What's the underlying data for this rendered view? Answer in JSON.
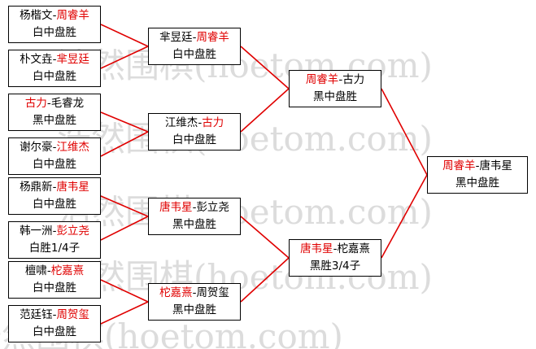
{
  "watermark_text": "浩然围棋(hoetom.com)",
  "colors": {
    "winner": "#e00000",
    "line": "#e00000",
    "text": "#000000",
    "border": "#000000",
    "watermark": "#d9d9d9"
  },
  "round1": [
    {
      "id": "m1",
      "p1": "杨楷文",
      "p2": "周睿羊",
      "winner": 2,
      "result": "白中盘胜"
    },
    {
      "id": "m2",
      "p1": "朴文垚",
      "p2": "芈昱廷",
      "winner": 2,
      "result": "白中盘胜"
    },
    {
      "id": "m3",
      "p1": "古力",
      "p2": "毛睿龙",
      "winner": 1,
      "result": "黑中盘胜"
    },
    {
      "id": "m4",
      "p1": "谢尔豪",
      "p2": "江维杰",
      "winner": 2,
      "result": "白中盘胜"
    },
    {
      "id": "m5",
      "p1": "杨鼎新",
      "p2": "唐韦星",
      "winner": 2,
      "result": "白中盘胜"
    },
    {
      "id": "m6",
      "p1": "韩一洲",
      "p2": "彭立尧",
      "winner": 2,
      "result": "白胜1/4子"
    },
    {
      "id": "m7",
      "p1": "檀啸",
      "p2": "柁嘉熹",
      "winner": 2,
      "result": "白中盘胜"
    },
    {
      "id": "m8",
      "p1": "范廷钰",
      "p2": "周贺玺",
      "winner": 2,
      "result": "白中盘胜"
    }
  ],
  "round2": [
    {
      "id": "m9",
      "p1": "芈昱廷",
      "p2": "周睿羊",
      "winner": 2,
      "result": "白中盘胜"
    },
    {
      "id": "m10",
      "p1": "江维杰",
      "p2": "古力",
      "winner": 2,
      "result": "白中盘胜"
    },
    {
      "id": "m11",
      "p1": "唐韦星",
      "p2": "彭立尧",
      "winner": 1,
      "result": "黑中盘胜"
    },
    {
      "id": "m12",
      "p1": "柁嘉熹",
      "p2": "周贺玺",
      "winner": 1,
      "result": "黑中盘胜"
    }
  ],
  "round3": [
    {
      "id": "m13",
      "p1": "周睿羊",
      "p2": "古力",
      "winner": 1,
      "result": "黑中盘胜"
    },
    {
      "id": "m14",
      "p1": "唐韦星",
      "p2": "柁嘉熹",
      "winner": 1,
      "result": "黑胜3/4子"
    }
  ],
  "final": [
    {
      "id": "m15",
      "p1": "周睿羊",
      "p2": "唐韦星",
      "winner": 1,
      "result": "黑中盘胜"
    }
  ]
}
